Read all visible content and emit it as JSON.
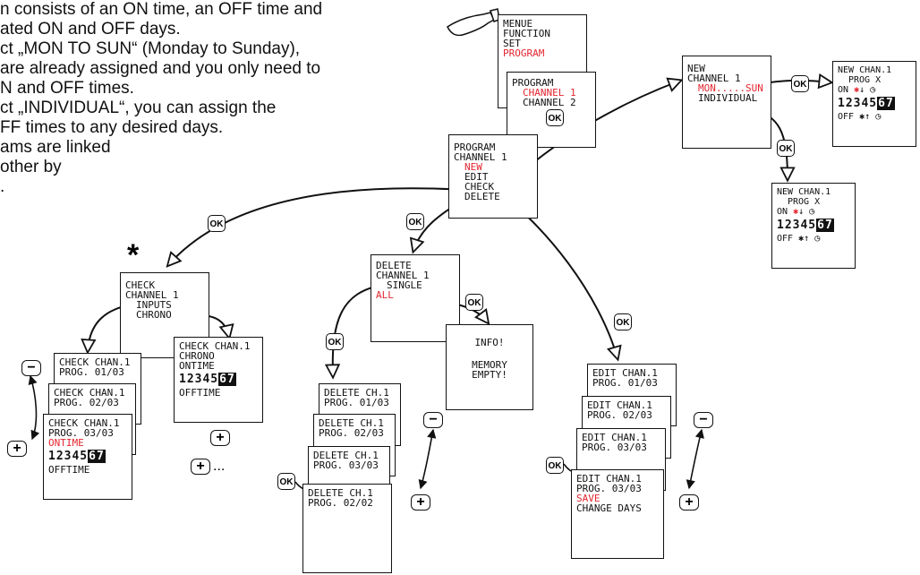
{
  "intro": {
    "lines": [
      "n consists of an ON time, an OFF time and",
      "ated ON and OFF days.",
      "ct „MON TO SUN“ (Monday to Sunday),",
      "are already assigned and you only need to",
      "N and OFF times.",
      "ct „INDIVIDUAL“, you can assign the",
      "FF times to any desired days.",
      "ams are linked",
      "other by",
      "."
    ]
  },
  "screens": {
    "menue": [
      "MENUE",
      "FUNCTION",
      "SET",
      "PROGRAM"
    ],
    "program_channel": [
      "PROGRAM",
      "CHANNEL 1",
      "CHANNEL 2"
    ],
    "program_main": [
      "PROGRAM",
      "CHANNEL 1",
      "NEW",
      "EDIT",
      "CHECK",
      "DELETE"
    ],
    "new_channel": [
      "NEW",
      "CHANNEL 1",
      "MON.....SUN",
      "INDIVIDUAL"
    ],
    "new_chan_top": [
      "NEW CHAN.1",
      "PROG X",
      "ON",
      "OFF"
    ],
    "new_chan_bottom": [
      "NEW CHAN.1",
      "PROG X",
      "ON",
      "OFF"
    ],
    "check_channel": [
      "CHECK",
      "CHANNEL 1",
      "INPUTS",
      "CHRONO"
    ],
    "check_chan_1": [
      "CHECK CHAN.1",
      "PROG. 01/03"
    ],
    "check_chan_2": [
      "CHECK CHAN.1",
      "PROG. 02/03"
    ],
    "check_chan_3": [
      "CHECK CHAN.1",
      "PROG. 03/03",
      "ONTIME",
      "OFFTIME"
    ],
    "check_chrono": [
      "CHECK CHAN.1",
      "CHRONO",
      "ONTIME",
      "OFFTIME"
    ],
    "delete_channel": [
      "DELETE",
      "CHANNEL 1",
      "SINGLE",
      "ALL"
    ],
    "info": [
      "INFO!",
      "MEMORY",
      "EMPTY!"
    ],
    "delete_1": [
      "DELETE CH.1",
      "PROG. 01/03"
    ],
    "delete_2": [
      "DELETE CH.1",
      "PROG. 02/03"
    ],
    "delete_3": [
      "DELETE CH.1",
      "PROG. 03/03"
    ],
    "delete_4": [
      "DELETE CH.1",
      "PROG. 02/02"
    ],
    "edit_1": [
      "EDIT CHAN.1",
      "PROG. 01/03"
    ],
    "edit_2": [
      "EDIT CHAN.1",
      "PROG. 02/03"
    ],
    "edit_3": [
      "EDIT CHAN.1",
      "PROG. 03/03"
    ],
    "edit_4": [
      "EDIT CHAN.1",
      "PROG. 03/03",
      "SAVE",
      "CHANGE DAYS"
    ]
  },
  "days": {
    "plain": "12345",
    "inverted": "67"
  },
  "buttons": {
    "ok": "OK",
    "minus": "−",
    "plus": "+",
    "ellipsis": "..."
  },
  "star": "*",
  "colors": {
    "highlight": "#e3262f",
    "ink": "#111111"
  }
}
